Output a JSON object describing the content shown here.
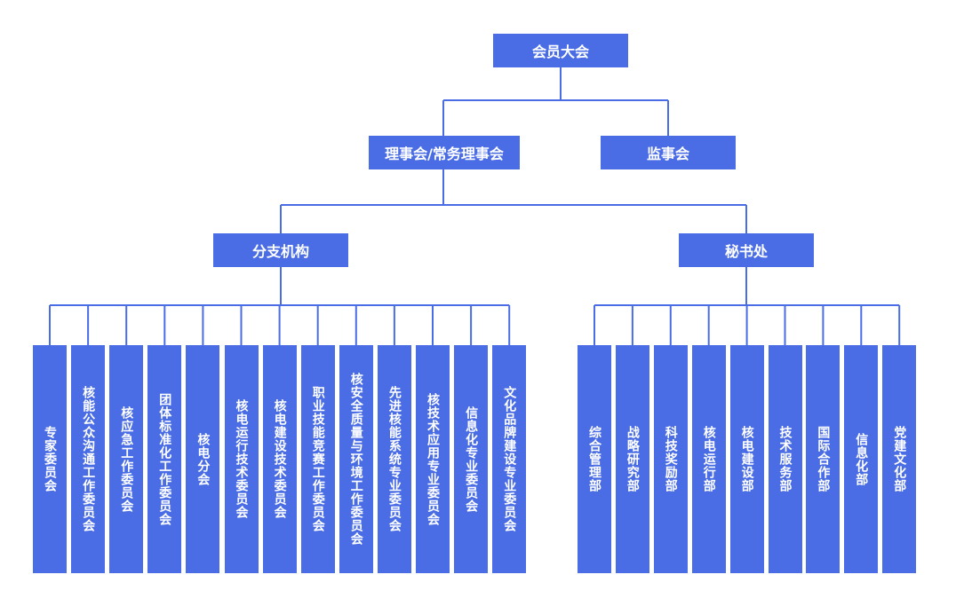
{
  "root": {
    "label": "会员大会"
  },
  "level2": {
    "council": {
      "label": "理事会/常务理事会"
    },
    "supervisory": {
      "label": "监事会"
    }
  },
  "level3": {
    "branches": {
      "label": "分支机构"
    },
    "secretariat": {
      "label": "秘书处"
    }
  },
  "committees": [
    "专家委员会",
    "核能公众沟通工作委员会",
    "核应急工作委员会",
    "团体标准化工作委员会",
    "核电分会",
    "核电运行技术委员会",
    "核电建设技术委员会",
    "职业技能竞赛工作委员会",
    "核安全质量与环境工作委员会",
    "先进核能系统专业委员会",
    "核技术应用专业委员会",
    "信息化专业委员会",
    "文化品牌建设专业委员会"
  ],
  "departments": [
    "综合管理部",
    "战略研究部",
    "科技奖励部",
    "核电运行部",
    "核电建设部",
    "技术服务部",
    "国际合作部",
    "信息化部",
    "党建文化部"
  ],
  "colors": {
    "node": "#4a6de5",
    "line": "#4a6de5",
    "text": "#ffffff"
  }
}
